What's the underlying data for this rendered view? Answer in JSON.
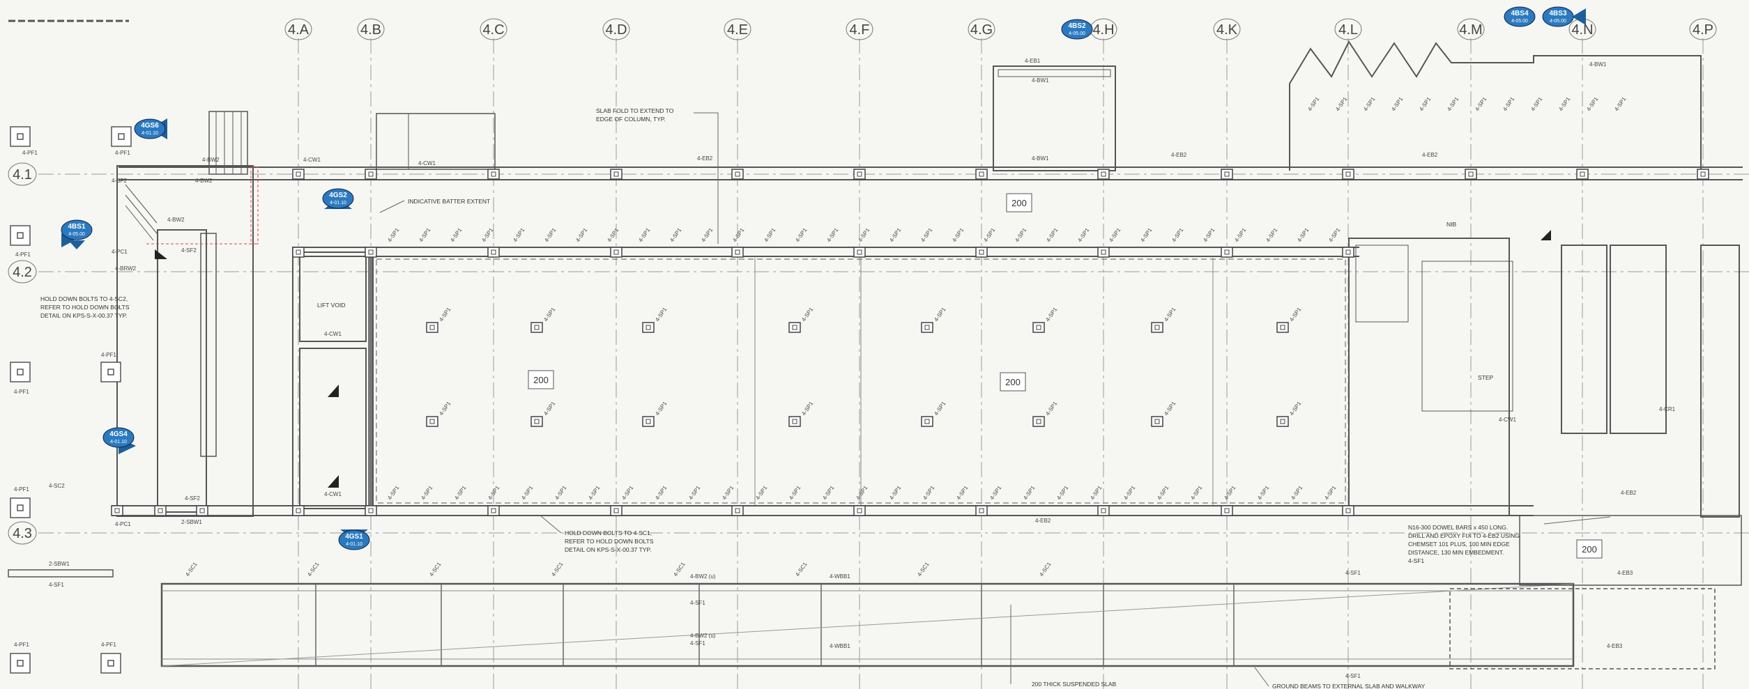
{
  "grid": {
    "columns": [
      "4.A",
      "4.B",
      "4.C",
      "4.D",
      "4.E",
      "4.F",
      "4.G",
      "4.H",
      "4.K",
      "4.L",
      "4.M",
      "4.N",
      "4.P"
    ],
    "rows": [
      "4.1",
      "4.2",
      "4.3"
    ]
  },
  "section_tags": [
    {
      "id": "4GS6",
      "ref": "4-01.10"
    },
    {
      "id": "4GS2",
      "ref": "4-01.10"
    },
    {
      "id": "4BS1",
      "ref": "4-05.00"
    },
    {
      "id": "4GS4",
      "ref": "4-01.10"
    },
    {
      "id": "4GS1",
      "ref": "4-01.10"
    },
    {
      "id": "4BS2",
      "ref": "4-05.00"
    },
    {
      "id": "4BS4",
      "ref": "4-05.00"
    },
    {
      "id": "4BS3",
      "ref": "4-05.00"
    }
  ],
  "slab_tags": [
    "200",
    "200",
    "200",
    "200"
  ],
  "notes": {
    "slab_fold": [
      "SLAB FOLD TO EXTEND TO",
      "EDGE OF COLUMN, TYP."
    ],
    "batter": "INDICATIVE BATTER EXTENT",
    "hold_down_sc2": [
      "HOLD DOWN BOLTS TO 4-SC2,",
      "REFER TO HOLD DOWN BOLTS",
      "DETAIL ON KPS-S-X-00.37 TYP."
    ],
    "hold_down_sc1": [
      "HOLD DOWN BOLTS TO 4-SC1,",
      "REFER TO HOLD DOWN BOLTS",
      "DETAIL ON KPS-S-X-00.37 TYP."
    ],
    "dowel": [
      "N16-300 DOWEL BARS x 450 LONG.",
      "DRILL AND EPOXY FIX TO 4-EB2 USING",
      "CHEMSET 101 PLUS, 100 MIN EDGE",
      "DISTANCE, 130 MIN EMBEDMENT.",
      "4-SF1"
    ],
    "suspended_slab": "200 THICK SUSPENDED SLAB",
    "ground_beams": "GROUND BEAMS TO EXTERNAL SLAB AND WALKWAY"
  },
  "labels": {
    "pf1": "4-PF1",
    "sc2": "4-SC2",
    "sc1": "4-SC1",
    "sbw1": "2-SBW1",
    "sf1": "4-SF1",
    "sf2": "4-SF2",
    "bw1": "4-BW1",
    "bw2": "4-BW2",
    "brw2": "4-BRW2",
    "bw2d": "4-BW2 (u)",
    "cw1": "4-CW1",
    "cr1": "4-CR1",
    "eb1": "4-EB1",
    "eb2": "4-EB2",
    "eb3": "4-EB3",
    "wbb1": "4-WBB1",
    "pc1": "4-PC1",
    "sp1": "4-SP1",
    "lift_void": "LIFT VOID",
    "nib": "NIB",
    "step": "STEP"
  }
}
